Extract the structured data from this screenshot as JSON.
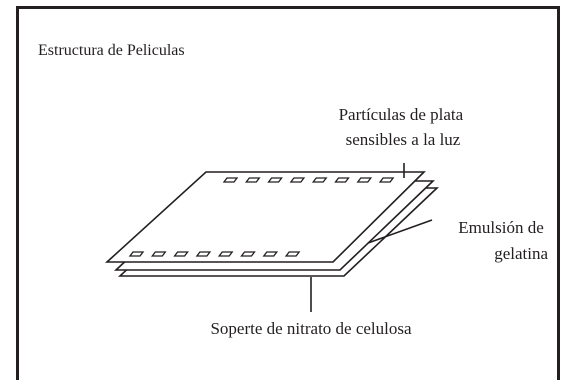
{
  "diagram": {
    "title": "Estructura de Peliculas",
    "labels": {
      "particles": [
        "Partículas de plata",
        "sensibles a la luz"
      ],
      "emulsion": [
        "Emulsión de",
        "gelatina"
      ],
      "base": "Soperte de nitrato de celulosa"
    },
    "film_layers": 3,
    "perforations_per_row": 8,
    "colors": {
      "stroke": "#231f20",
      "background": "#ffffff"
    }
  }
}
